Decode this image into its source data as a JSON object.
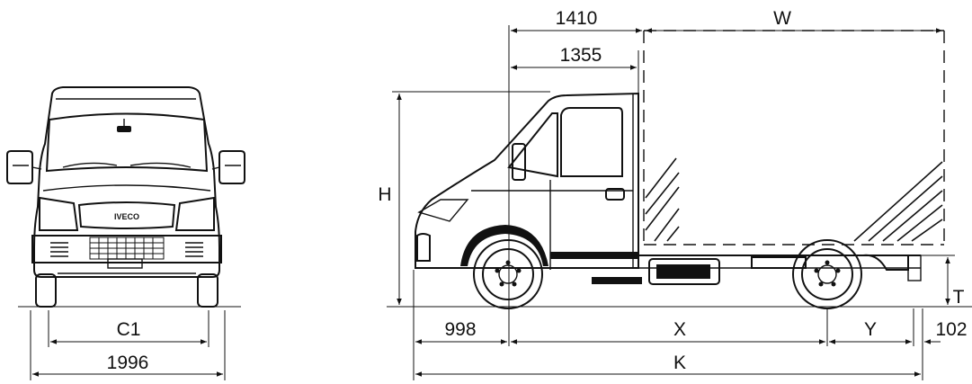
{
  "dimensions": {
    "front_track_c1": "C1",
    "front_width": "1996",
    "cab_length_1410": "1410",
    "cab_length_1355": "1355",
    "body_length_w": "W",
    "height_h": "H",
    "frame_height_t": "T",
    "front_overhang": "998",
    "wheelbase_x": "X",
    "rear_overhang_y": "Y",
    "rear_offset": "102",
    "overall_length_k": "K"
  },
  "badge": {
    "brand": "IVECO"
  }
}
